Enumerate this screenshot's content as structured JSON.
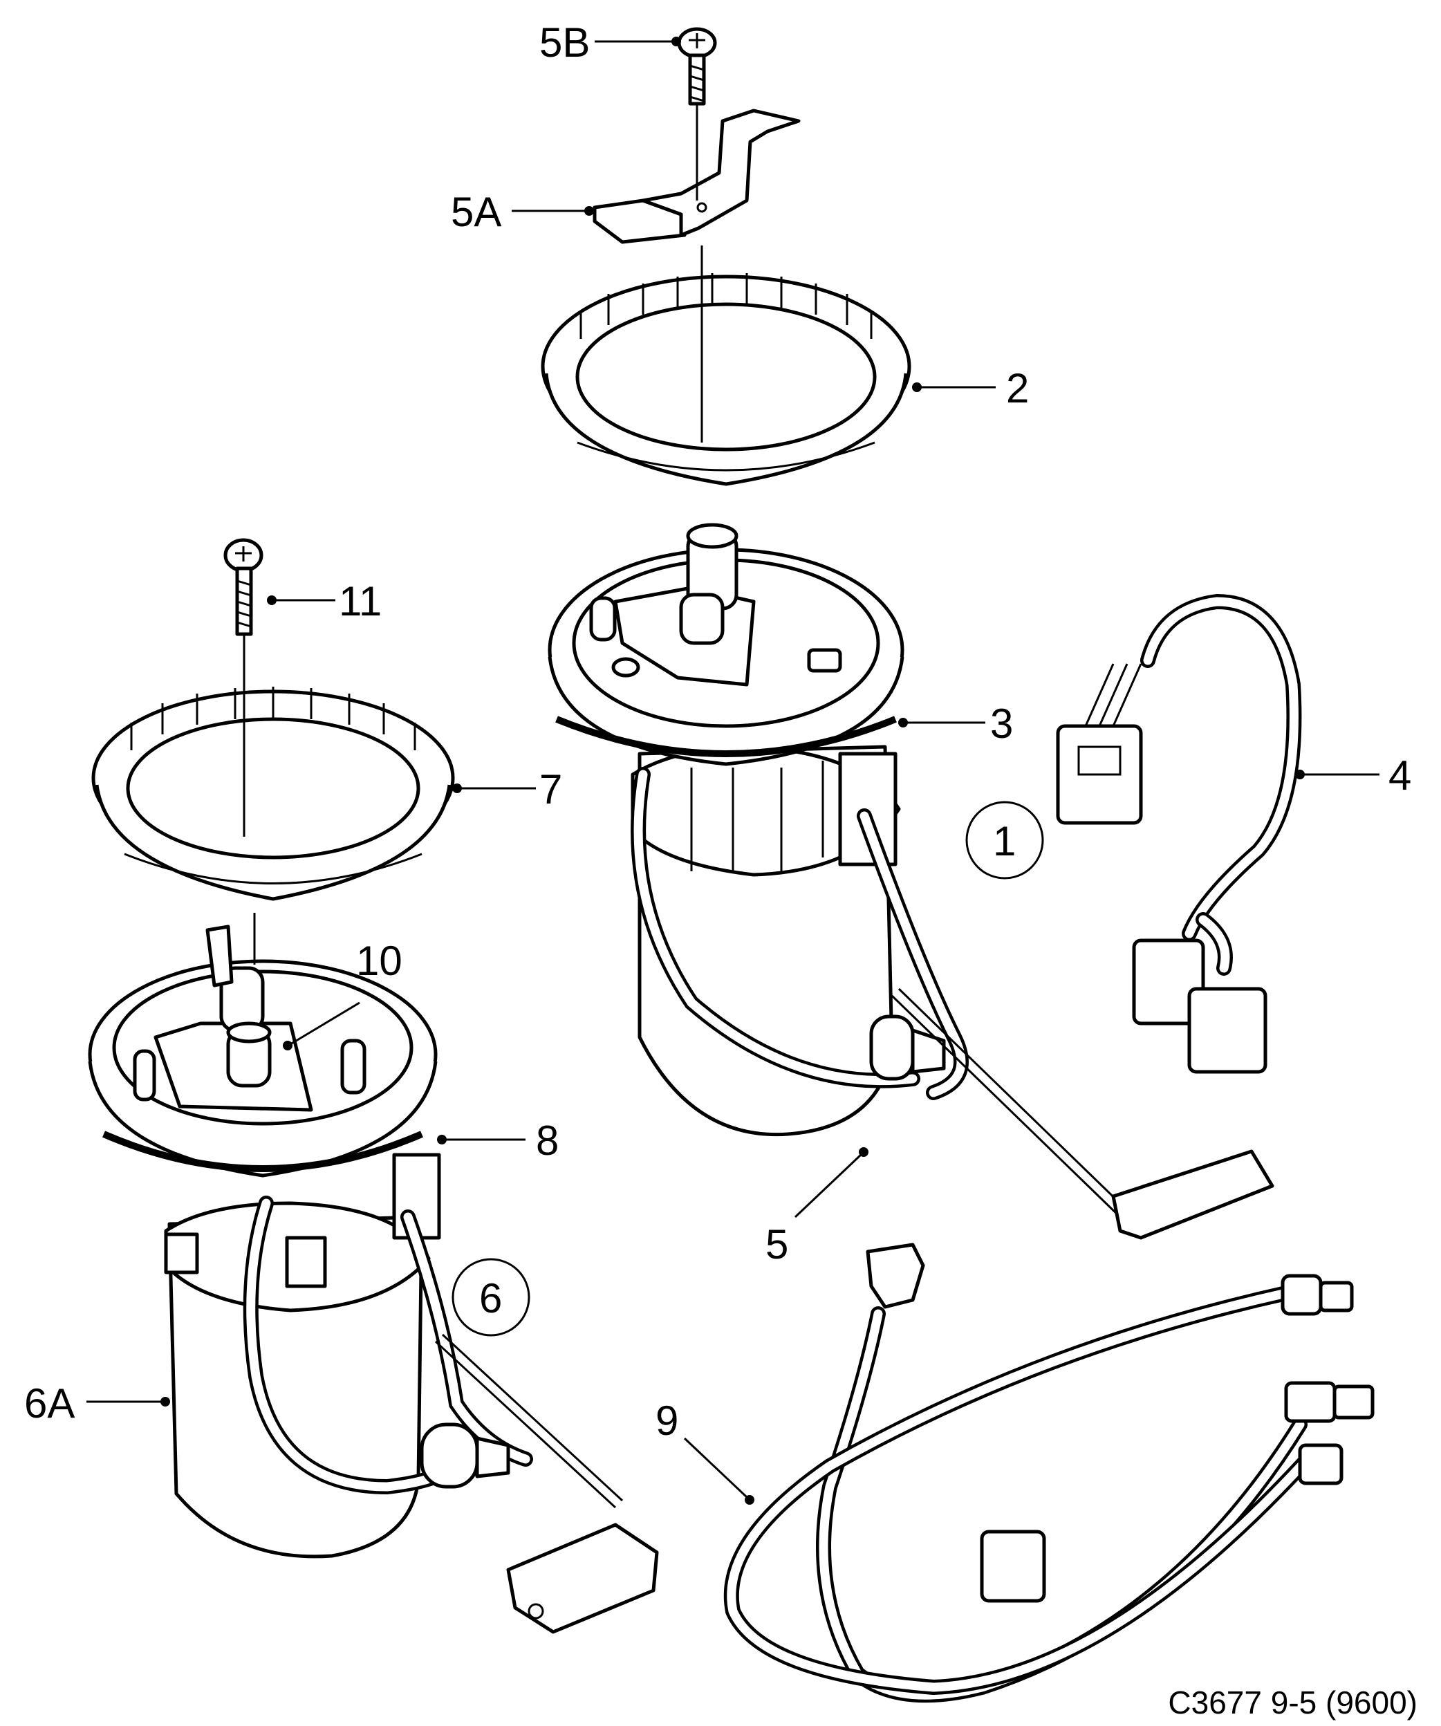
{
  "callouts": {
    "c5B": "5B",
    "c5A": "5A",
    "c2": "2",
    "c11": "11",
    "c3": "3",
    "c4": "4",
    "c1": "1",
    "c7": "7",
    "c10": "10",
    "c8": "8",
    "c5": "5",
    "c6": "6",
    "c6A": "6A",
    "c9": "9"
  },
  "figure_code": "C3677 9-5 (9600)"
}
